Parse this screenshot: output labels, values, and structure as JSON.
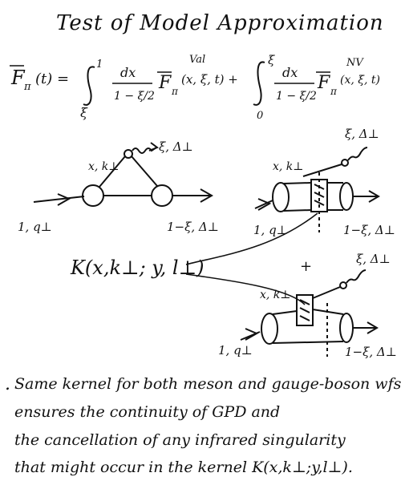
{
  "title": "Test of Model Approximation",
  "formula": {
    "lhs": "F",
    "lhs_sub": "π",
    "lhs_arg": "(t) =",
    "int1_upper": "1",
    "int1_lower": "ξ",
    "int2_upper": "ξ",
    "int2_lower": "0",
    "dx": "dx",
    "denom": "1 − ξ/2",
    "f_val_sup": "Val",
    "f_val_arg": "(x, ξ, t) +",
    "f_nv_sup": "NV",
    "f_nv_arg": "(x, ξ, t)",
    "f_sub": "π",
    "f": "F"
  },
  "diagram_labels": {
    "top_left": {
      "incoming": "1, q⊥",
      "quark": "x, k⊥",
      "photon": "ξ, Δ⊥",
      "outgoing": "1−ξ, Δ⊥"
    },
    "top_right": {
      "incoming": "1, q⊥",
      "quark": "x, k⊥",
      "photon": "ξ, Δ⊥",
      "outgoing": "1−ξ, Δ⊥"
    },
    "bottom_right": {
      "incoming": "1, q⊥",
      "quark": "x, k⊥",
      "photon": "ξ, Δ⊥",
      "outgoing": "1−ξ, Δ⊥"
    },
    "plus": "+",
    "kernel": "K(x,k⊥; y, l⊥)"
  },
  "notes": {
    "bullet": ".",
    "line1": "Same kernel for both meson and gauge-boson wfs",
    "line2": "ensures the continuity of GPD and",
    "line3": "the cancellation of any infrared singularity",
    "line4": "that might occur in the kernel K(x,k⊥;y,l⊥)."
  }
}
